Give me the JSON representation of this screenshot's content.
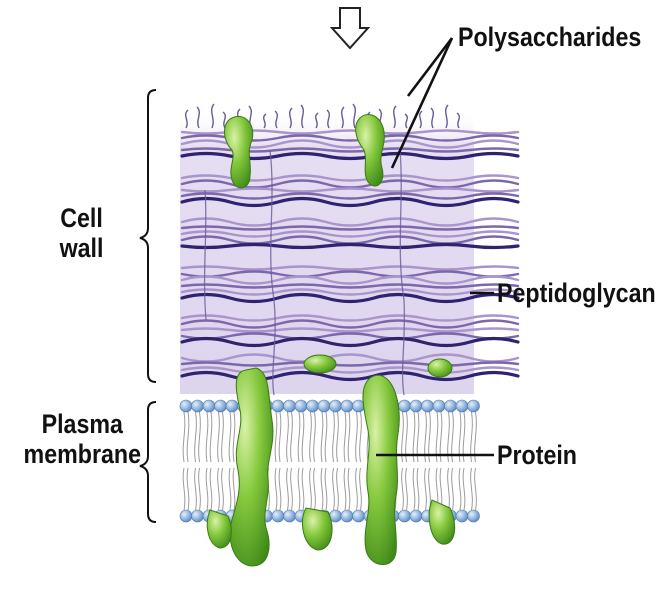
{
  "labels": {
    "polysaccharides": "Polysaccharides",
    "peptidoglycan": "Peptidoglycan",
    "protein": "Protein",
    "cell_wall": [
      "Cell",
      "wall"
    ],
    "plasma_membrane": [
      "Plasma",
      "membrane"
    ]
  },
  "colors": {
    "wall_background": "#e4ddf0",
    "strand_light": "#a994cc",
    "strand_mid": "#7d67ab",
    "strand_dark": "#2f2370",
    "polysaccharide_strand": "#6a5a9a",
    "protein_green": "#7cc23a",
    "protein_dark": "#3f8a18",
    "lipid_head": "#6f9fd3",
    "lipid_tail": "#9c9c9c",
    "text": "#111111"
  }
}
